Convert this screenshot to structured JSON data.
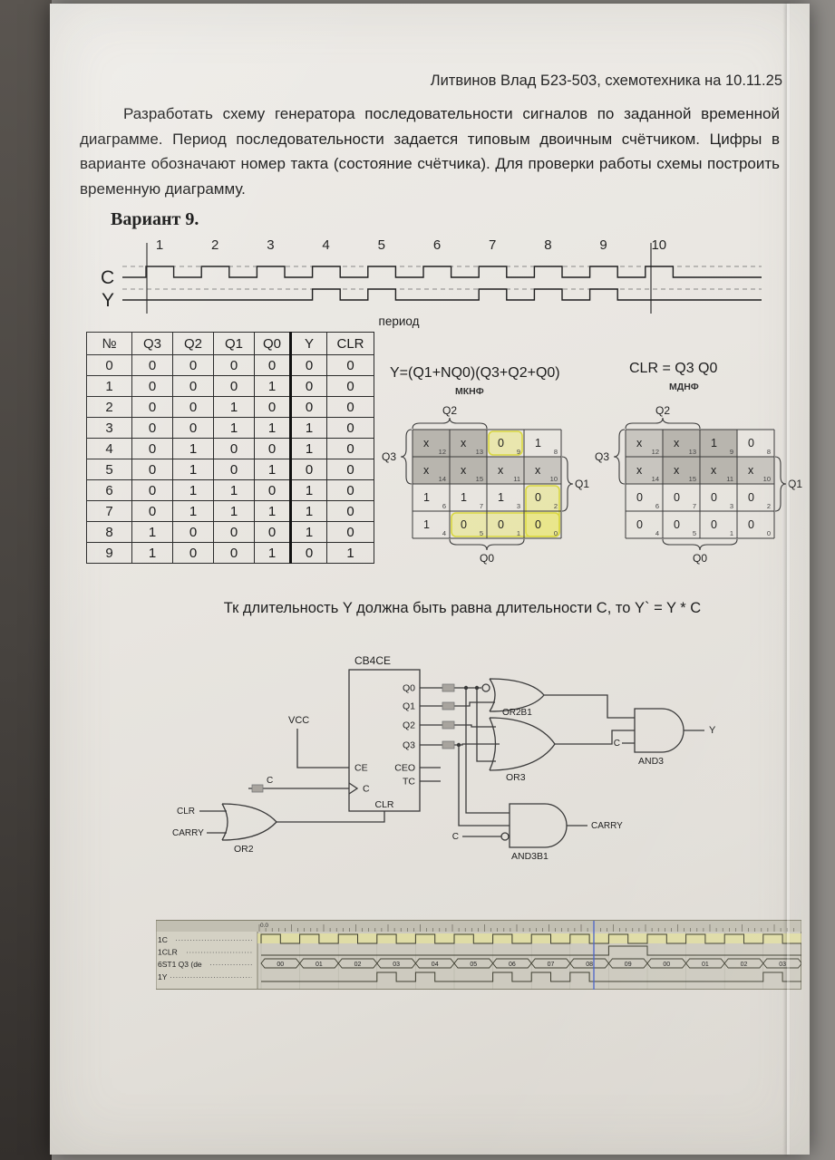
{
  "page": {
    "header": "Литвинов Влад Б23-503, схемотехника на 10.11.25",
    "task_text": "Разработать схему генератора последовательности сигналов по заданной временной диаграмме. Период последовательности задается типовым двоичным счётчиком. Цифры в варианте обозначают номер такта (состояние счётчика). Для проверки работы схемы построить временную диаграмму.",
    "variant_title": "Вариант 9.",
    "note": "Тк длительность Y должна быть равна длительности C, то Y` = Y * C"
  },
  "timing": {
    "ticks": [
      "1",
      "2",
      "3",
      "4",
      "5",
      "6",
      "7",
      "8",
      "9",
      "10"
    ],
    "c_label": "C",
    "y_label": "Y",
    "period_label": "период",
    "y_states": [
      0,
      0,
      0,
      1,
      1,
      0,
      1,
      1,
      1,
      0
    ]
  },
  "truth_table": {
    "headers": [
      "№",
      "Q3",
      "Q2",
      "Q1",
      "Q0",
      "Y",
      "CLR"
    ],
    "rows": [
      [
        "0",
        "0",
        "0",
        "0",
        "0",
        "0",
        "0"
      ],
      [
        "1",
        "0",
        "0",
        "0",
        "1",
        "0",
        "0"
      ],
      [
        "2",
        "0",
        "0",
        "1",
        "0",
        "0",
        "0"
      ],
      [
        "3",
        "0",
        "0",
        "1",
        "1",
        "1",
        "0"
      ],
      [
        "4",
        "0",
        "1",
        "0",
        "0",
        "1",
        "0"
      ],
      [
        "5",
        "0",
        "1",
        "0",
        "1",
        "0",
        "0"
      ],
      [
        "6",
        "0",
        "1",
        "1",
        "0",
        "1",
        "0"
      ],
      [
        "7",
        "0",
        "1",
        "1",
        "1",
        "1",
        "0"
      ],
      [
        "8",
        "1",
        "0",
        "0",
        "0",
        "1",
        "0"
      ],
      [
        "9",
        "1",
        "0",
        "0",
        "1",
        "0",
        "1"
      ]
    ]
  },
  "kmaps": [
    {
      "formula": "Y=(Q1+NQ0)(Q3+Q2+Q0)",
      "form": "МКНФ",
      "top": "Q2",
      "left": "Q3",
      "right": "Q1",
      "bottom": "Q0",
      "cells": [
        [
          [
            "x",
            "12"
          ],
          [
            "x",
            "13"
          ],
          [
            "0",
            "9"
          ],
          [
            "1",
            "8"
          ]
        ],
        [
          [
            "x",
            "14"
          ],
          [
            "x",
            "15"
          ],
          [
            "x",
            "11"
          ],
          [
            "x",
            "10"
          ]
        ],
        [
          [
            "1",
            "6"
          ],
          [
            "1",
            "7"
          ],
          [
            "1",
            "3"
          ],
          [
            "0",
            "2"
          ]
        ],
        [
          [
            "1",
            "4"
          ],
          [
            "0",
            "5"
          ],
          [
            "0",
            "1"
          ],
          [
            "0",
            "0"
          ]
        ]
      ]
    },
    {
      "formula": "CLR = Q3 Q0",
      "form": "МДНФ",
      "top": "Q2",
      "left": "Q3",
      "right": "Q1",
      "bottom": "Q0",
      "cells": [
        [
          [
            "x",
            "12"
          ],
          [
            "x",
            "13"
          ],
          [
            "1",
            "9"
          ],
          [
            "0",
            "8"
          ]
        ],
        [
          [
            "x",
            "14"
          ],
          [
            "x",
            "15"
          ],
          [
            "x",
            "11"
          ],
          [
            "x",
            "10"
          ]
        ],
        [
          [
            "0",
            "6"
          ],
          [
            "0",
            "7"
          ],
          [
            "0",
            "3"
          ],
          [
            "0",
            "2"
          ]
        ],
        [
          [
            "0",
            "4"
          ],
          [
            "0",
            "5"
          ],
          [
            "0",
            "1"
          ],
          [
            "0",
            "0"
          ]
        ]
      ]
    }
  ],
  "schematic": {
    "counter": "CB4CE",
    "pins_right": [
      "Q0",
      "Q1",
      "Q2",
      "Q3",
      "CEO",
      "TC"
    ],
    "pins_left": [
      "CE",
      "C"
    ],
    "pin_bottom": "CLR",
    "vcc": "VCC",
    "c_in": "C",
    "or2b1": "OR2B1",
    "or3": "OR3",
    "and3": "AND3",
    "and3b1": "AND3B1",
    "or2": "OR2",
    "clr_in": "CLR",
    "carry_in": "CARRY",
    "carry_out": "CARRY",
    "y_out": "Y",
    "c_and3": "C",
    "c_and3b1": "C"
  },
  "waveform": {
    "ruler_label": "0.0",
    "rows": [
      "1C",
      "1CLR",
      "6ST1 Q3 (de",
      "1Y"
    ],
    "bus_values": [
      "00",
      "01",
      "02",
      "03",
      "04",
      "05",
      "06",
      "07",
      "08",
      "09",
      "00",
      "01",
      "02",
      "03"
    ],
    "y_segments": [
      3,
      4,
      6,
      7,
      8,
      13
    ],
    "clr_segments": [
      9
    ]
  }
}
